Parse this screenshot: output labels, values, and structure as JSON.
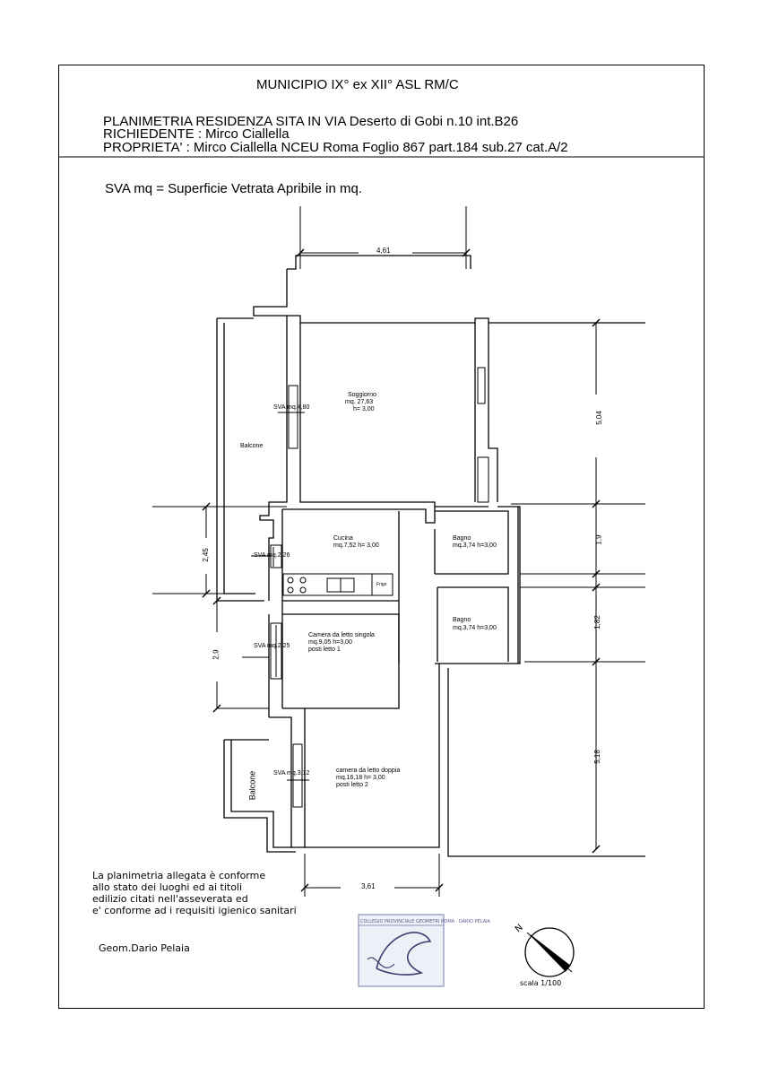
{
  "header": {
    "municipio": "MUNICIPIO  IX° ex XII°  ASL RM/C",
    "line1": "PLANIMETRIA  RESIDENZA SITA IN VIA Deserto di Gobi  n.10 int.B26",
    "line2": "RICHIEDENTE : Mirco Ciallella",
    "line3": "PROPRIETA' : Mirco Ciallella NCEU Roma  Foglio 867 part.184 sub.27 cat.A/2"
  },
  "legend": "SVA mq  = Superficie Vetrata Apribile in mq.",
  "dimensions": {
    "top_width": "4,61",
    "right_1": "5,04",
    "right_2": "1,9",
    "right_3": "1,82",
    "right_4": "5,18",
    "left_1": "2,45",
    "left_2": "2,9",
    "bottom_width": "3,61"
  },
  "rooms": {
    "soggiorno": {
      "name": "Soggiorno",
      "area": "mq. 27,63",
      "height": "h= 3,00"
    },
    "cucina": {
      "name": "Cucina",
      "area": "mq.7,52 h= 3,00"
    },
    "bagno1": {
      "name": "Bagno",
      "area": "mq.3,74 h=3,00"
    },
    "bagno2": {
      "name": "Bagno",
      "area": "mq.3,74 h=3,00"
    },
    "camera_singola": {
      "name": "Camera da letto singola",
      "area": "mq.9,05 h=3,00",
      "posti": "posti letto 1"
    },
    "camera_doppia": {
      "name": "camera da letto doppia",
      "area": "mq.16,18 h= 3,00",
      "posti": "posti letto 2"
    },
    "balcone1": "Balcone",
    "balcone2": "Balcone",
    "frigo": "Frigo"
  },
  "sva": {
    "soggiorno": "SVA mq.4,80",
    "cucina": "SVA mq.2,26",
    "camera_singola": "SVA mq.2,25",
    "camera_doppia": "SVA mq.3,12"
  },
  "declaration": {
    "line1": "La planimetria allegata è conforme",
    "line2": "allo stato dei luoghi ed ai titoli",
    "line3": "edilizio citati nell'asseverata ed",
    "line4": "e' conforme ad i requisiti igienico sanitari"
  },
  "signature": "Geom.Dario Pelaia",
  "scale": "scala 1/100",
  "compass_label": "N",
  "stamp_text": "COLLEGIO PROVINCIALE GEOMETRI ROMA · DARIO PELAIA"
}
